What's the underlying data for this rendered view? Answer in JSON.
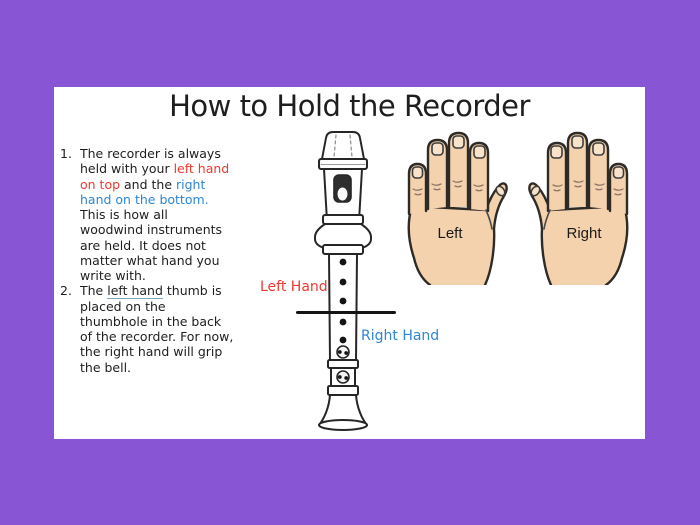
{
  "slide": {
    "title": "How to Hold the Recorder",
    "list": {
      "items": [
        {
          "number": "1.",
          "segments": [
            {
              "text": "The recorder is always held with your ",
              "style": "normal"
            },
            {
              "text": "left hand on top",
              "style": "red"
            },
            {
              "text": " and the ",
              "style": "normal"
            },
            {
              "text": "right hand on the bottom.",
              "style": "blue"
            },
            {
              "text": " This is how all woodwind instruments are held. It does not matter what hand you write with.",
              "style": "normal"
            }
          ]
        },
        {
          "number": "2.",
          "segments": [
            {
              "text": "The ",
              "style": "normal"
            },
            {
              "text": "left hand",
              "style": "underline"
            },
            {
              "text": " thumb is placed on the thumbhole in the back of the recorder. For now, the right hand will grip the bell.",
              "style": "normal"
            }
          ]
        }
      ]
    },
    "diagram": {
      "left_hand_label": "Left Hand",
      "right_hand_label": "Right Hand",
      "left_hand_name": "Left",
      "right_hand_name": "Right"
    },
    "colors": {
      "background": "#8855d4",
      "slide_bg": "#ffffff",
      "text": "#1e1e1e",
      "red_accent": "#ee392e",
      "blue_accent": "#2d86d4",
      "underline": "#7ea7c0"
    }
  }
}
